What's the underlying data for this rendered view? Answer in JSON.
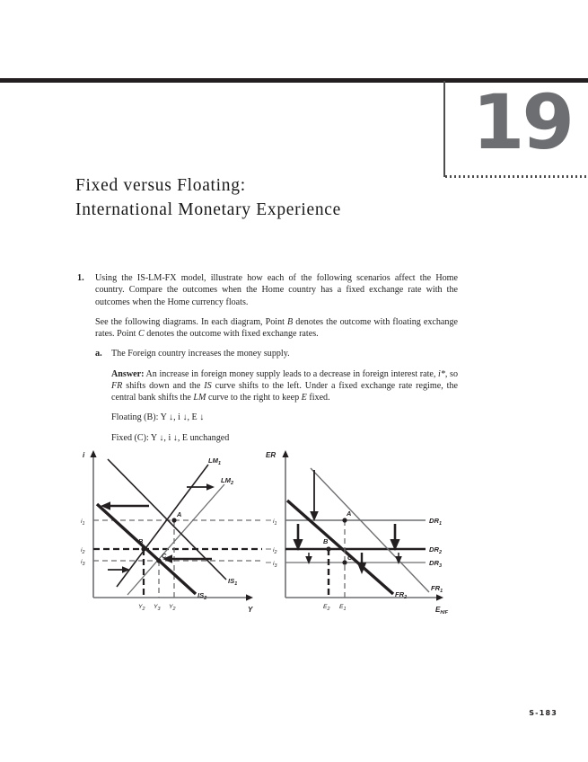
{
  "chapter": {
    "number": "19",
    "title_line_1": "Fixed versus Floating:",
    "title_line_2": "International Monetary Experience"
  },
  "question": {
    "number": "1.",
    "prompt": "Using the IS-LM-FX model, illustrate how each of the following scenarios affect the Home country. Compare the outcomes when the Home country has a fixed exchange rate with the outcomes when the Home currency floats.",
    "see_note_1": "See the following diagrams. In each diagram, Point ",
    "see_note_b": "B",
    "see_note_2": " denotes the outcome with floating exchange rates. Point ",
    "see_note_c": "C",
    "see_note_3": " denotes the outcome with fixed exchange rates.",
    "sub_letter": "a.",
    "sub_prompt": "The Foreign country increases the money supply.",
    "answer_label": "Answer:",
    "answer_t1": " An increase in foreign money supply leads to a decrease in foreign interest rate, ",
    "answer_i": "i*",
    "answer_t2": ", so ",
    "answer_fr": "FR",
    "answer_t3": " shifts down and the ",
    "answer_is": "IS",
    "answer_t4": " curve shifts to the left. Under a fixed exchange rate regime, the central bank shifts the ",
    "answer_lm": "LM",
    "answer_t5": " curve to the right to keep ",
    "answer_e": "E",
    "answer_t6": " fixed.",
    "result_floating": "Floating (B): Y ↓, i ↓, E ↓",
    "result_fixed": "Fixed (C): Y ↓, i ↓, E unchanged"
  },
  "figure_islm": {
    "y_axis_label": "i",
    "x_axis_label": "Y",
    "y_ticks": [
      "i1",
      "i2",
      "i3"
    ],
    "x_ticks": [
      "Y2",
      "Y3",
      "Y1"
    ],
    "curves": [
      "LM1",
      "LM2",
      "IS1",
      "IS2"
    ],
    "points": [
      "A",
      "B",
      "C"
    ]
  },
  "figure_fx": {
    "y_axis_label": "ER",
    "x_axis_label": "EH/F",
    "y_ticks": [
      "i1",
      "i2",
      "i3"
    ],
    "x_ticks": [
      "E2",
      "E1"
    ],
    "curves": [
      "DR1",
      "DR2",
      "DR3",
      "FR1",
      "FR2"
    ],
    "points": [
      "A",
      "B",
      "C"
    ]
  },
  "footer": {
    "page_label": "S-183"
  },
  "colors": {
    "rule": "#231f20",
    "chapter_number": "#6d6e71",
    "ink": "#1a1a1a",
    "line": "#58595b"
  }
}
